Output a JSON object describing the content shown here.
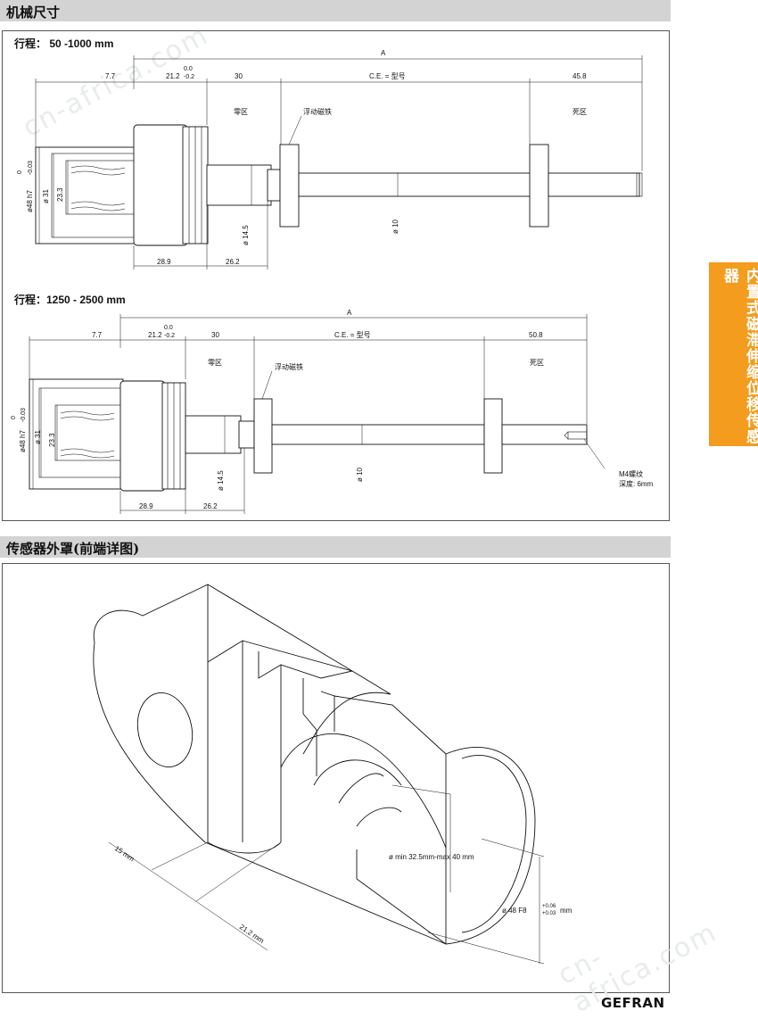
{
  "sections": {
    "mechanical": "机械尺寸",
    "housing": "传感器外罩(前端详图)"
  },
  "side_tab": "内置式磁滞伸缩位移传感器",
  "brand": "GEFRAN",
  "watermark": "cn-africa.com",
  "drawing1": {
    "title": "行程： 50 -1000 mm",
    "A": "A",
    "d7_7": "7.7",
    "d21_2": "21.2",
    "tol_up": "0.0",
    "tol_dn": "-0.2",
    "d30": "30",
    "ce": "C.E. = 型号",
    "dead_val": "45.8",
    "zero": "零区",
    "magnet": "浮动磁铁",
    "dead": "死区",
    "dia48": "ø48 h7",
    "dia48_up": "0",
    "dia48_dn": "-0.03",
    "dia31": "ø 31",
    "d23_3": "23.3",
    "dia14_5": "ø 14.5",
    "dia10": "ø 10",
    "d28_9": "28.9",
    "d26_2": "26.2"
  },
  "drawing2": {
    "title": "行程：1250 - 2500 mm",
    "A": "A",
    "d7_7": "7.7",
    "d21_2": "21.2",
    "tol_up": "0.0",
    "tol_dn": "-0.2",
    "d30": "30",
    "ce": "C.E. = 型号",
    "dead_val": "50.8",
    "zero": "零区",
    "magnet": "浮动磁铁",
    "dead": "死区",
    "dia48": "ø48 h7",
    "dia48_up": "0",
    "dia48_dn": "-0.03",
    "dia31": "ø 31",
    "d23_3": "23.3",
    "dia14_5": "ø 14.5",
    "dia10": "ø 10",
    "d28_9": "28.9",
    "d26_2": "26.2",
    "thread": "M4螺纹",
    "depth": "深度: 6mm"
  },
  "drawing3": {
    "d15": "15 mm",
    "d21_2": "21.2 mm",
    "inner": "ø min 32.5mm-max 40 mm",
    "outer": "ø 48 F8",
    "outer_up": "+0.06",
    "outer_dn": "+0.03",
    "outer_unit": "mm"
  }
}
